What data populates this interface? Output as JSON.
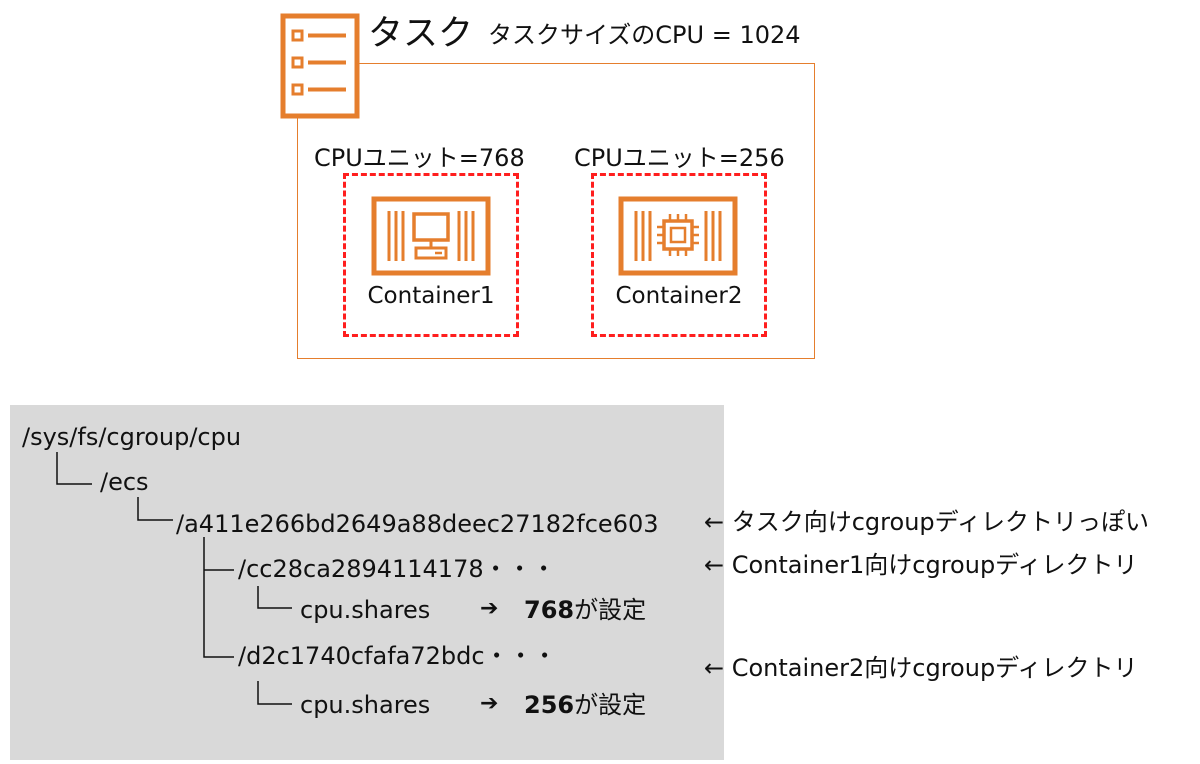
{
  "task": {
    "title": "タスク",
    "cpu_text": "タスクサイズのCPU = 1024",
    "accent_color": "#e57e2d",
    "icon": "task-list-icon"
  },
  "containers": [
    {
      "cpu_label": "CPUユニット=768",
      "name": "Container1",
      "icon": "container-monitor-icon"
    },
    {
      "cpu_label": "CPUユニット=256",
      "name": "Container2",
      "icon": "container-chip-icon"
    }
  ],
  "dashed_border_color": "#ff1e1e",
  "filesystem": {
    "panel_color": "#d9d9d9",
    "root": "/sys/fs/cgroup/cpu",
    "ecs": "/ecs",
    "task_dir": "/a411e266bd2649a88deec27182fce603",
    "container1_dir": "/cc28ca2894114178・・・",
    "container1_file": "cpu.shares",
    "container1_value": "768",
    "container1_suffix": "が設定",
    "container2_dir": "/d2c1740cfafa72bdc・・・",
    "container2_file": "cpu.shares",
    "container2_value": "256",
    "container2_suffix": "が設定",
    "shares_arrow": "➔"
  },
  "annotations": {
    "task_note": "← タスク向けcgroupディレクトリっぽい",
    "container1_note": "← Container1向けcgroupディレクトリ",
    "container2_note": "← Container2向けcgroupディレクトリ"
  }
}
